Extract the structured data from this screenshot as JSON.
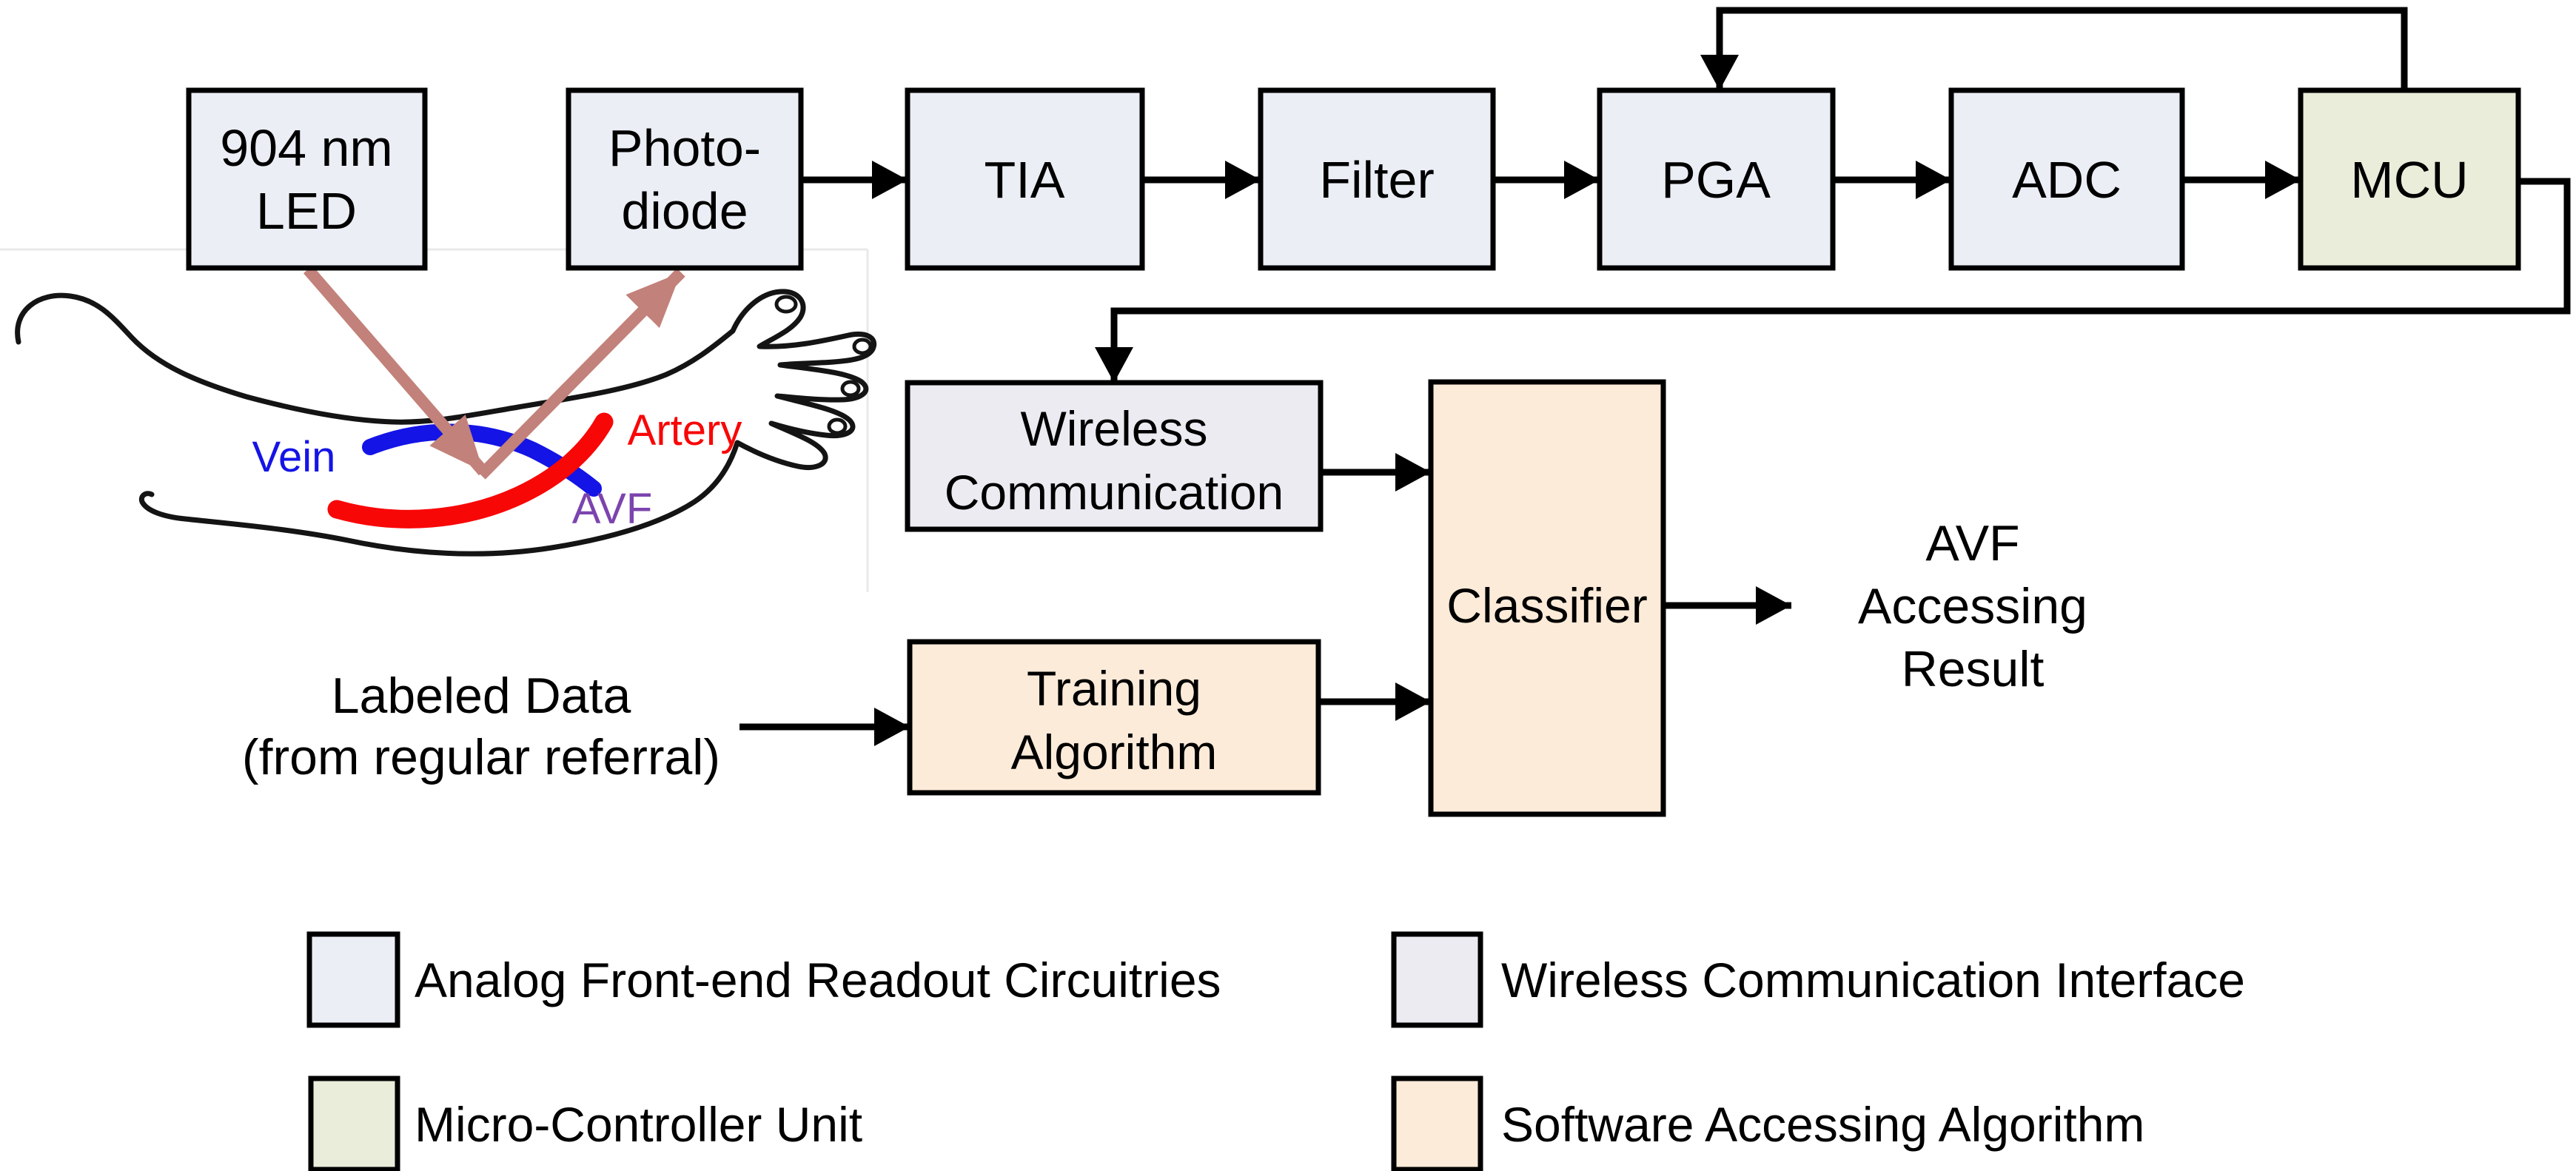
{
  "figure": {
    "blocks": {
      "led": {
        "line1": "904 nm",
        "line2": "LED"
      },
      "photodiode": {
        "line1": "Photo-",
        "line2": "diode"
      },
      "tia": {
        "label": "TIA"
      },
      "filter": {
        "label": "Filter"
      },
      "pga": {
        "label": "PGA"
      },
      "adc": {
        "label": "ADC"
      },
      "mcu": {
        "label": "MCU"
      },
      "wireless": {
        "line1": "Wireless",
        "line2": "Communication"
      },
      "training": {
        "line1": "Training",
        "line2": "Algorithm"
      },
      "classifier": {
        "label": "Classifier"
      }
    },
    "annotations": {
      "labeled_data": {
        "line1": "Labeled Data",
        "line2": "(from regular referral)"
      },
      "result": {
        "line1": "AVF",
        "line2": "Accessing",
        "line3": "Result"
      }
    },
    "anatomy": {
      "vein": "Vein",
      "artery": "Artery",
      "avf": "AVF"
    },
    "legend": [
      {
        "label": "Analog Front-end Readout Circuitries",
        "color": "#ebeef5"
      },
      {
        "label": "Wireless Communication Interface",
        "color": "#ecebf2"
      },
      {
        "label": "Micro-Controller Unit",
        "color": "#e9edda"
      },
      {
        "label": "Software Accessing Algorithm",
        "color": "#fdebd9"
      }
    ],
    "colors": {
      "afe_fill": "#ebeef5",
      "mcu_fill": "#e9edda",
      "wireless_fill": "#ecebf2",
      "software_fill": "#fdebd9",
      "outline": "#000000",
      "vein": "#1414e6",
      "artery": "#f80707",
      "avf": "#7c44ae",
      "optical_beam": "#c2817a"
    }
  }
}
